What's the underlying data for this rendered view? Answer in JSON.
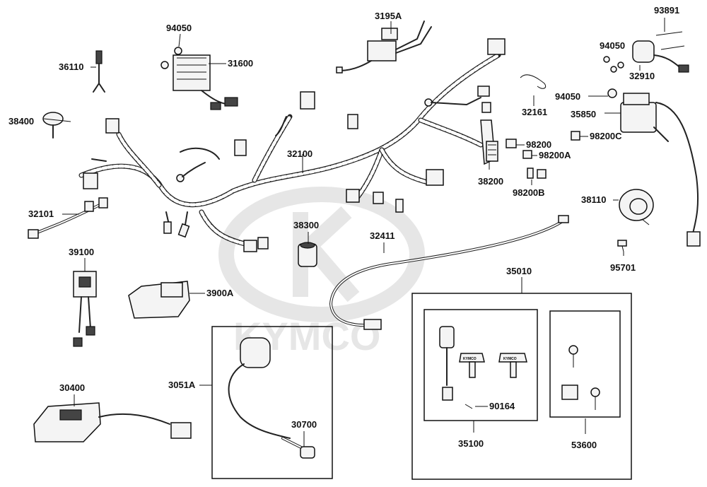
{
  "watermark": "KYMCO",
  "labels": {
    "p93891": "93891",
    "p3195A": "3195A",
    "p94050a": "94050",
    "p94050b": "94050",
    "p94050c": "94050",
    "p36110": "36110",
    "p31600": "31600",
    "p32910": "32910",
    "p38400": "38400",
    "p32161": "32161",
    "p35850": "35850",
    "p98200": "98200",
    "p98200C": "98200C",
    "p98200A": "98200A",
    "p32100": "32100",
    "p32101": "32101",
    "p38200": "38200",
    "p98200B": "98200B",
    "p38110": "38110",
    "p38300": "38300",
    "p32411": "32411",
    "p39100": "39100",
    "p3900A": "3900A",
    "p95701": "95701",
    "p35010": "35010",
    "p3051A": "3051A",
    "p30400": "30400",
    "p30700": "30700",
    "p90164": "90164",
    "p35100": "35100",
    "p53600": "53600",
    "key_brand_a": "KYMCO",
    "key_brand_b": "KYMCO"
  }
}
